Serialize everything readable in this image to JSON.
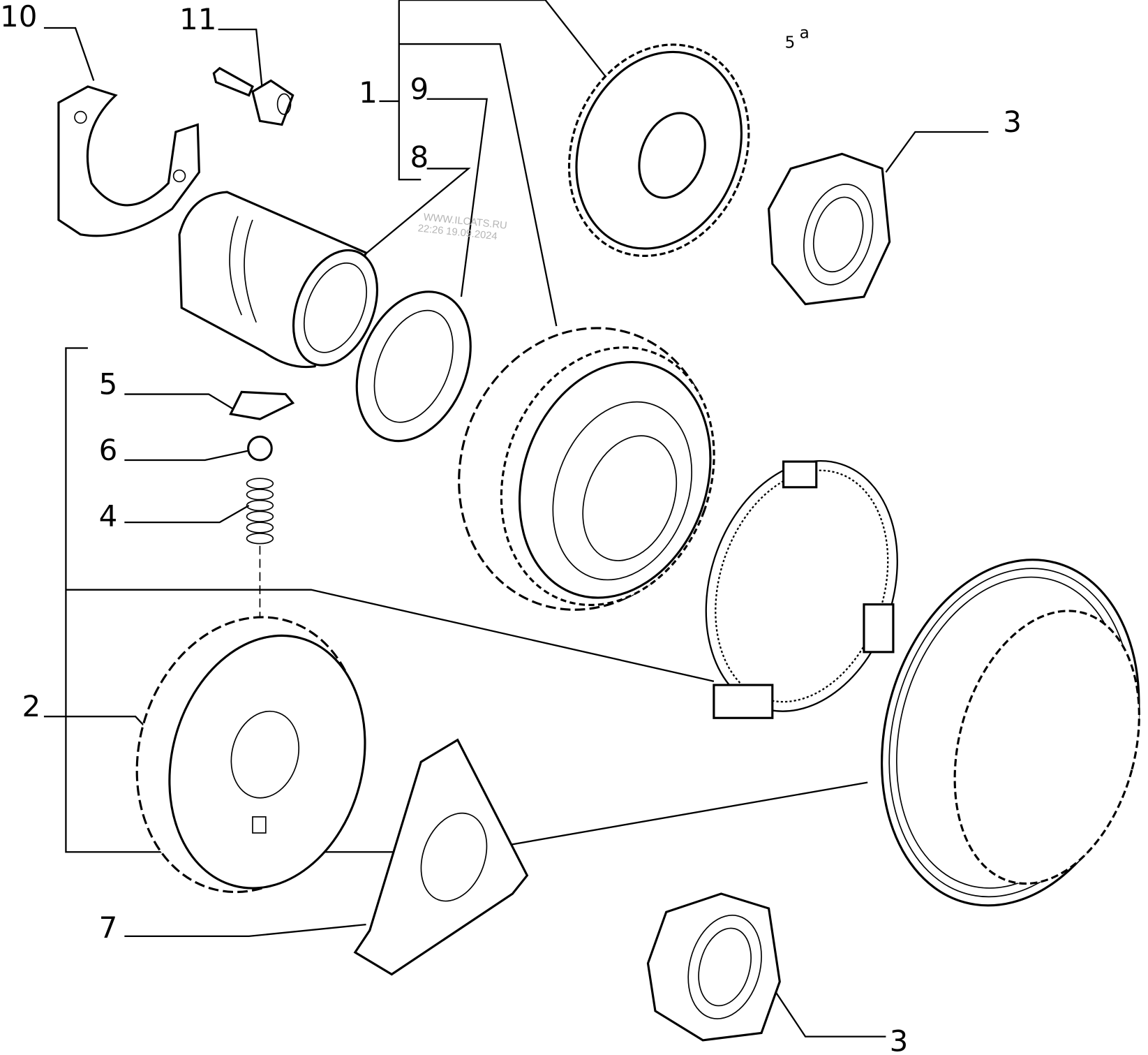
{
  "diagram": {
    "section_mark": "5",
    "section_mark_sup": "a",
    "watermark": {
      "line1": "WWW.ILCATS.RU",
      "line2": "22:26 19.09.2024"
    },
    "callouts": [
      {
        "id": "10",
        "part": "retaining-bracket"
      },
      {
        "id": "11",
        "part": "socket-head-screw"
      },
      {
        "id": "1",
        "part": "gear-assembly-group"
      },
      {
        "id": "9",
        "part": "thrust-washer"
      },
      {
        "id": "8",
        "part": "needle-bushing"
      },
      {
        "id": "3",
        "part": "nut-upper"
      },
      {
        "id": "5",
        "part": "synchro-key"
      },
      {
        "id": "6",
        "part": "ball"
      },
      {
        "id": "4",
        "part": "spring"
      },
      {
        "id": "2",
        "part": "synchronizer-assembly-group"
      },
      {
        "id": "7",
        "part": "plate"
      },
      {
        "id": "3",
        "part": "nut-lower"
      }
    ]
  }
}
